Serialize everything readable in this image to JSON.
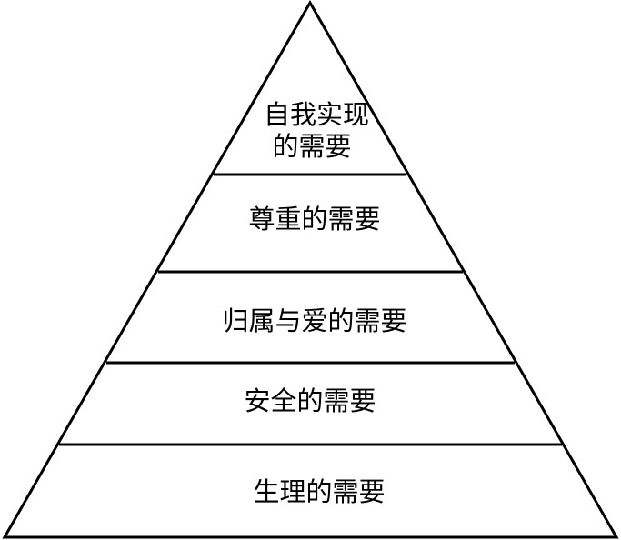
{
  "diagram": {
    "levels": [
      {
        "lines": [
          "自我实现",
          "的需要"
        ]
      },
      {
        "lines": [
          "尊重的需要"
        ]
      },
      {
        "lines": [
          "归属与爱的需要"
        ]
      },
      {
        "lines": [
          "安全的需要"
        ]
      },
      {
        "lines": [
          "生理的需要"
        ]
      }
    ]
  }
}
